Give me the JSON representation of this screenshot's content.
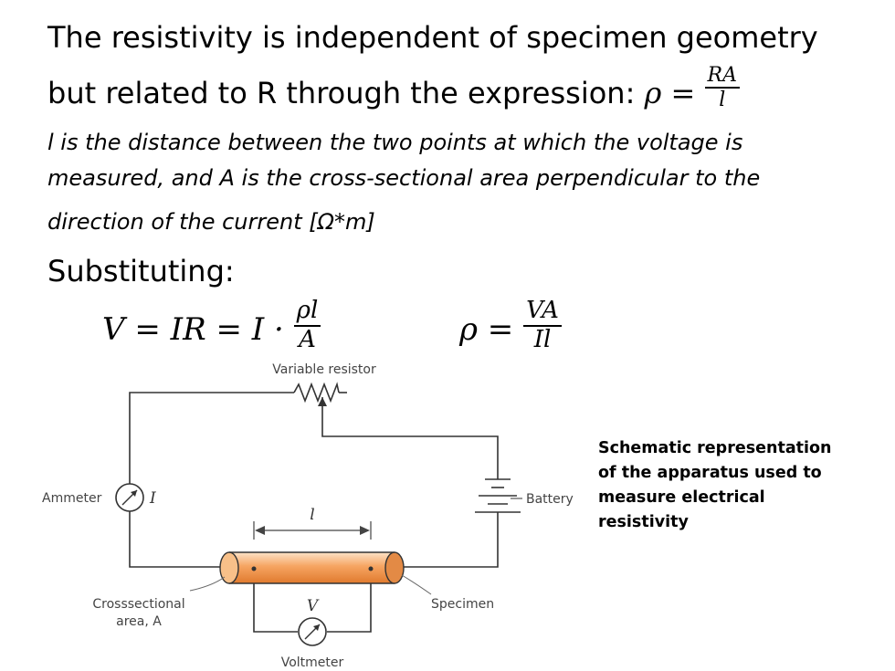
{
  "text": {
    "line1": "The resistivity is independent of specimen geometry",
    "line2_prefix": "but related to R through the expression:",
    "def_line1": "l is the distance between the two points at which the voltage is",
    "def_line2": "measured, and A is the cross-sectional area perpendicular to the",
    "def_line3": "direction of the current [Ω*m]",
    "substituting": "Substituting:"
  },
  "formulas": {
    "rho_lhs": "ρ =",
    "rho_num": "RA",
    "rho_den": "l",
    "v_lhs": "V = IR = I ·",
    "v_num": "ρl",
    "v_den": "A",
    "rho2_lhs": "ρ =",
    "rho2_num": "VA",
    "rho2_den": "Il"
  },
  "diagram": {
    "variable_resistor": "Variable resistor",
    "ammeter": "Ammeter",
    "ammeter_symbol": "I",
    "battery": "Battery",
    "length_symbol": "l",
    "voltmeter_symbol": "V",
    "voltmeter": "Voltmeter",
    "specimen": "Specimen",
    "cross_section_line1": "Crosssectional",
    "cross_section_line2": "area, A"
  },
  "caption": {
    "line1": "Schematic representation",
    "line2": "of the apparatus used to",
    "line3": "measure electrical",
    "line4": "resistivity"
  },
  "colors": {
    "specimen_light": "#fde3c8",
    "specimen_mid": "#f6a461",
    "specimen_dark": "#e07a2e",
    "wire": "#333333"
  }
}
